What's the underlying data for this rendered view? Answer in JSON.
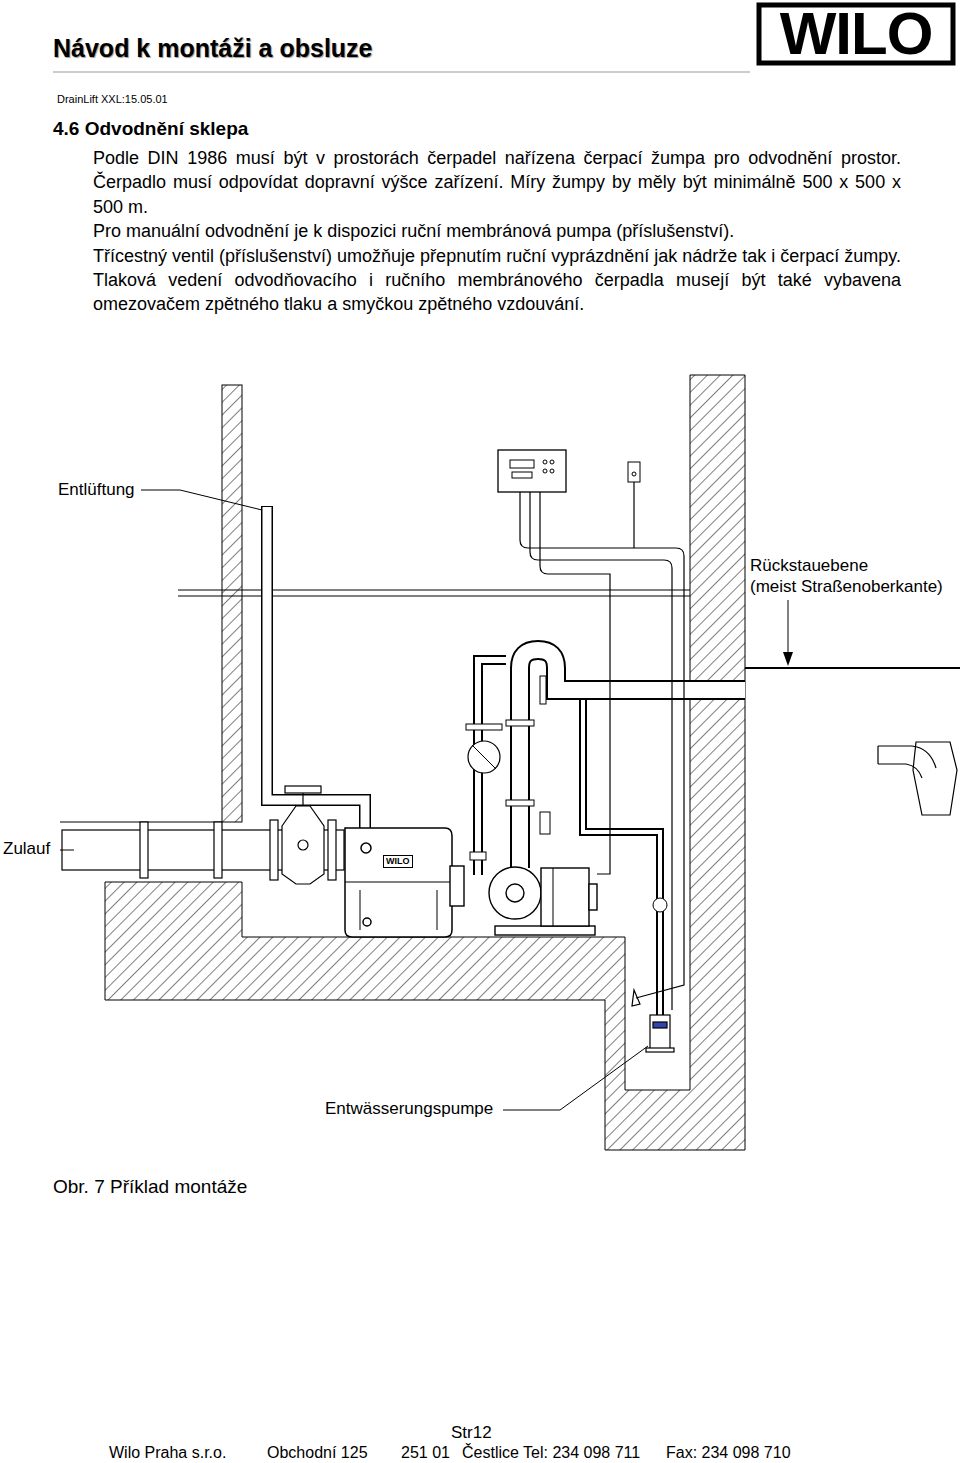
{
  "diagram": {
    "title": "Návod k montáži a obsluze",
    "caption": "Obr. 7 Příklad montáže",
    "labels": [
      "WILO",
      "DrainLift XXL:15.05.01",
      "4.6 Odvodnění sklepa",
      "Podle DIN 1986 musí být v prostorách čerpadel nařízena čerpací žumpa pro odvodnění prostor. Čerpadlo musí odpovídat dopravní výšce zařízení. Míry žumpy by měly být minimálně 500 x 500 x 500 m.",
      "Pro manuální odvodnění je k dispozici ruční membránová pumpa (příslušenství).",
      "Třícestný ventil (příslušenství) umožňuje přepnutím ruční vyprázdnění jak nádrže tak i čerpací žumpy. Tlaková vedení odvodňovacího i ručního membránového čerpadla musejí být také vybavena omezovačem zpětného tlaku a smyčkou zpětného vzdouvání.",
      "Entlüftung",
      "Rückstauebene",
      "(meist Straßenoberkante)",
      "WILO",
      "Zulauf",
      "Entwässerungspumpe",
      "Str12",
      "Wilo Praha s.r.o.",
      "Obchodní 125",
      "251 01",
      "Čestlice Tel: 234 098 711",
      "Fax: 234 098 710"
    ]
  }
}
